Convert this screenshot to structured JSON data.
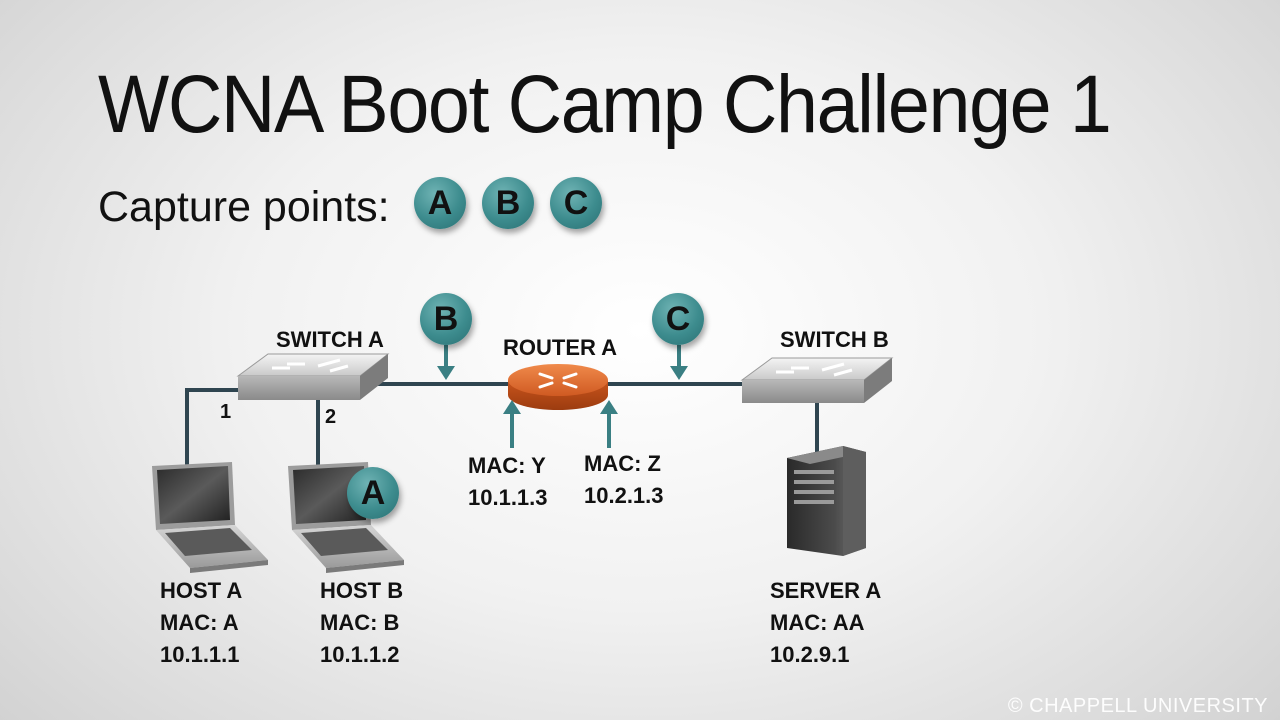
{
  "title": "WCNA Boot Camp Challenge 1",
  "capture_points": {
    "label": "Capture points:",
    "points": [
      "A",
      "B",
      "C"
    ]
  },
  "network": {
    "switch_a": {
      "label": "SWITCH A",
      "ports": [
        "1",
        "2"
      ]
    },
    "switch_b": {
      "label": "SWITCH B"
    },
    "router_a": {
      "label": "ROUTER A",
      "left_interface": {
        "mac": "MAC: Y",
        "ip": "10.1.1.3"
      },
      "right_interface": {
        "mac": "MAC: Z",
        "ip": "10.2.1.3"
      }
    },
    "host_a": {
      "name": "HOST A",
      "mac": "MAC: A",
      "ip": "10.1.1.1"
    },
    "host_b": {
      "name": "HOST B",
      "mac": "MAC: B",
      "ip": "10.1.1.2"
    },
    "server_a": {
      "name": "SERVER A",
      "mac": "MAC: AA",
      "ip": "10.2.9.1"
    },
    "capture_markers": {
      "a": "A",
      "b": "B",
      "c": "C"
    }
  },
  "colors": {
    "badge": "#3d8c8e",
    "link": "#2f4550",
    "arrow": "#3a7f83",
    "router": "#d8632a"
  },
  "copyright": "© CHAPPELL UNIVERSITY"
}
